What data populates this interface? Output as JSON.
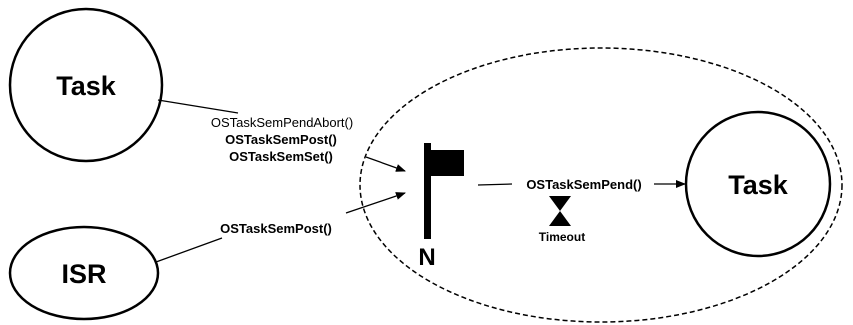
{
  "nodes": {
    "task_source": "Task",
    "isr_source": "ISR",
    "task_target": "Task",
    "semaphore_label": "N",
    "timeout_label": "Timeout"
  },
  "calls": {
    "pend_abort": "OSTaskSemPendAbort()",
    "task_post": "OSTaskSemPost()",
    "task_set": "OSTaskSemSet()",
    "isr_post": "OSTaskSemPost()",
    "pend": "OSTaskSemPend()"
  },
  "icons": {
    "semaphore": "flag-icon",
    "timeout": "hourglass-icon"
  }
}
